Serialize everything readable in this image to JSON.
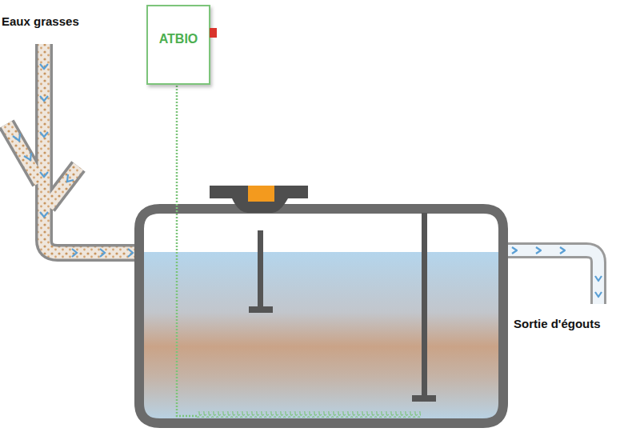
{
  "diagram": {
    "nodes": [
      {
        "text": [
          "ATBIO"
        ]
      }
    ],
    "labels": [
      "Eaux grasses",
      "Sortie d'égouts"
    ]
  }
}
